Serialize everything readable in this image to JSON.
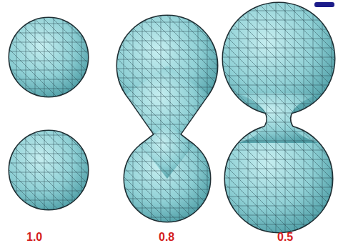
{
  "diagram": {
    "labels": [
      "1.0",
      "0.8",
      "0.5"
    ]
  }
}
